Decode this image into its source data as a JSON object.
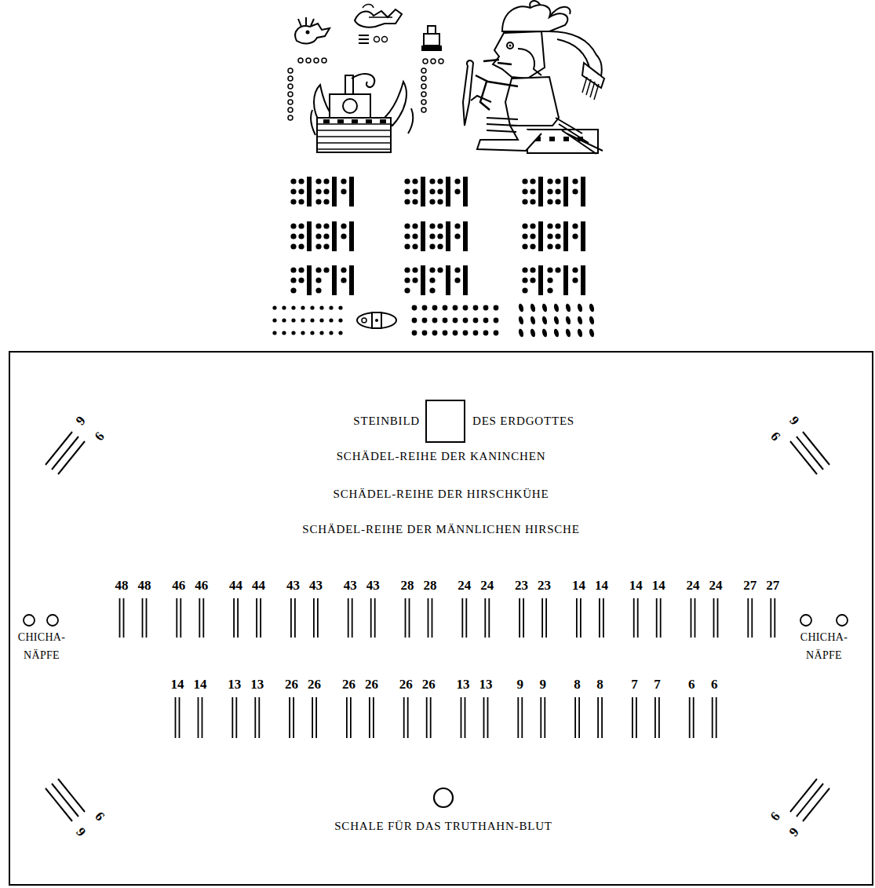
{
  "diagram": {
    "labels": [
      "9",
      "6",
      "STEINBILD",
      "DES ERDGOTTES",
      "9",
      "6",
      "SCHÄDEL-REIHE DER KANINCHEN",
      "SCHÄDEL-REIHE DER HIRSCHKÜHE",
      "SCHÄDEL-REIHE DER MÄNNLICHEN HIRSCHE",
      "48",
      "48",
      "46",
      "46",
      "44",
      "44",
      "43",
      "43",
      "43",
      "43",
      "28",
      "28",
      "24",
      "24",
      "23",
      "23",
      "14",
      "14",
      "14",
      "14",
      "24",
      "24",
      "27",
      "27",
      "CHICHA- NÄPFE",
      "CHICHA- NÄPFE",
      "14",
      "14",
      "13",
      "13",
      "26",
      "26",
      "26",
      "26",
      "26",
      "26",
      "13",
      "13",
      "9",
      "9",
      "8",
      "8",
      "7",
      "7",
      "6",
      "6",
      "6",
      "9",
      "6",
      "9",
      "SCHALE FÜR DAS TRUTHAHN-BLUT"
    ]
  }
}
